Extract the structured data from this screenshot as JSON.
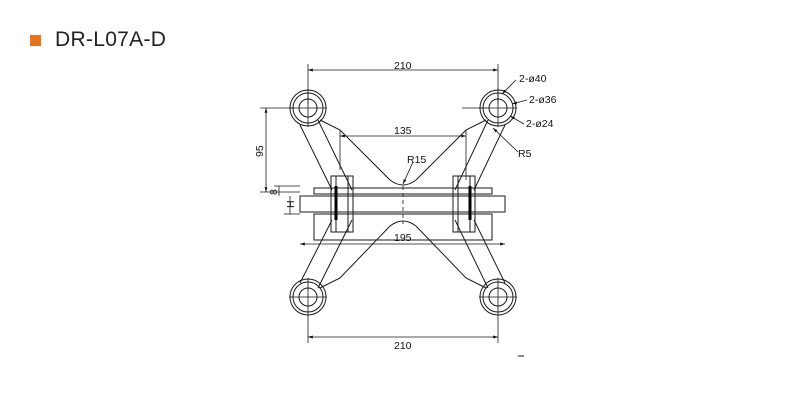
{
  "header": {
    "title": "DR-L07A-D"
  },
  "colors": {
    "accent": "#e8731f",
    "line": "#1a1a1a"
  },
  "dimensions": {
    "top_span": "210",
    "bottom_span": "210",
    "arm_span": "135",
    "base_length": "195",
    "height_95": "95",
    "r15": "R15",
    "r5": "R5",
    "d40": "2-ø40",
    "d36": "2-ø36",
    "d24": "2-ø24",
    "dim_8": "8",
    "dim_h": "H"
  }
}
